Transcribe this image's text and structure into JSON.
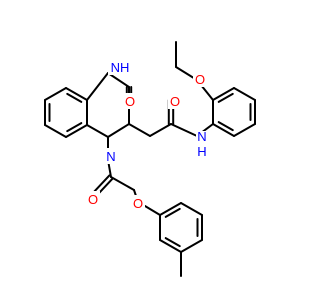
{
  "colors": {
    "background": "#ffffff",
    "bond": "#000000",
    "oxygen": "#ff0000",
    "nitrogen": "#0000ff"
  },
  "atoms": {
    "nh_top": {
      "label": "NH",
      "element": "N"
    },
    "o_ketone": {
      "label": "O",
      "element": "O"
    },
    "o_amide": {
      "label": "O",
      "element": "O"
    },
    "n_amide": {
      "label": "N",
      "element": "N"
    },
    "h_amide": {
      "label": "H",
      "element": "N"
    },
    "o_ethoxy": {
      "label": "O",
      "element": "O"
    },
    "n_ring": {
      "label": "N",
      "element": "N"
    },
    "o_acyl": {
      "label": "O",
      "element": "O"
    },
    "o_ether": {
      "label": "O",
      "element": "O"
    }
  }
}
